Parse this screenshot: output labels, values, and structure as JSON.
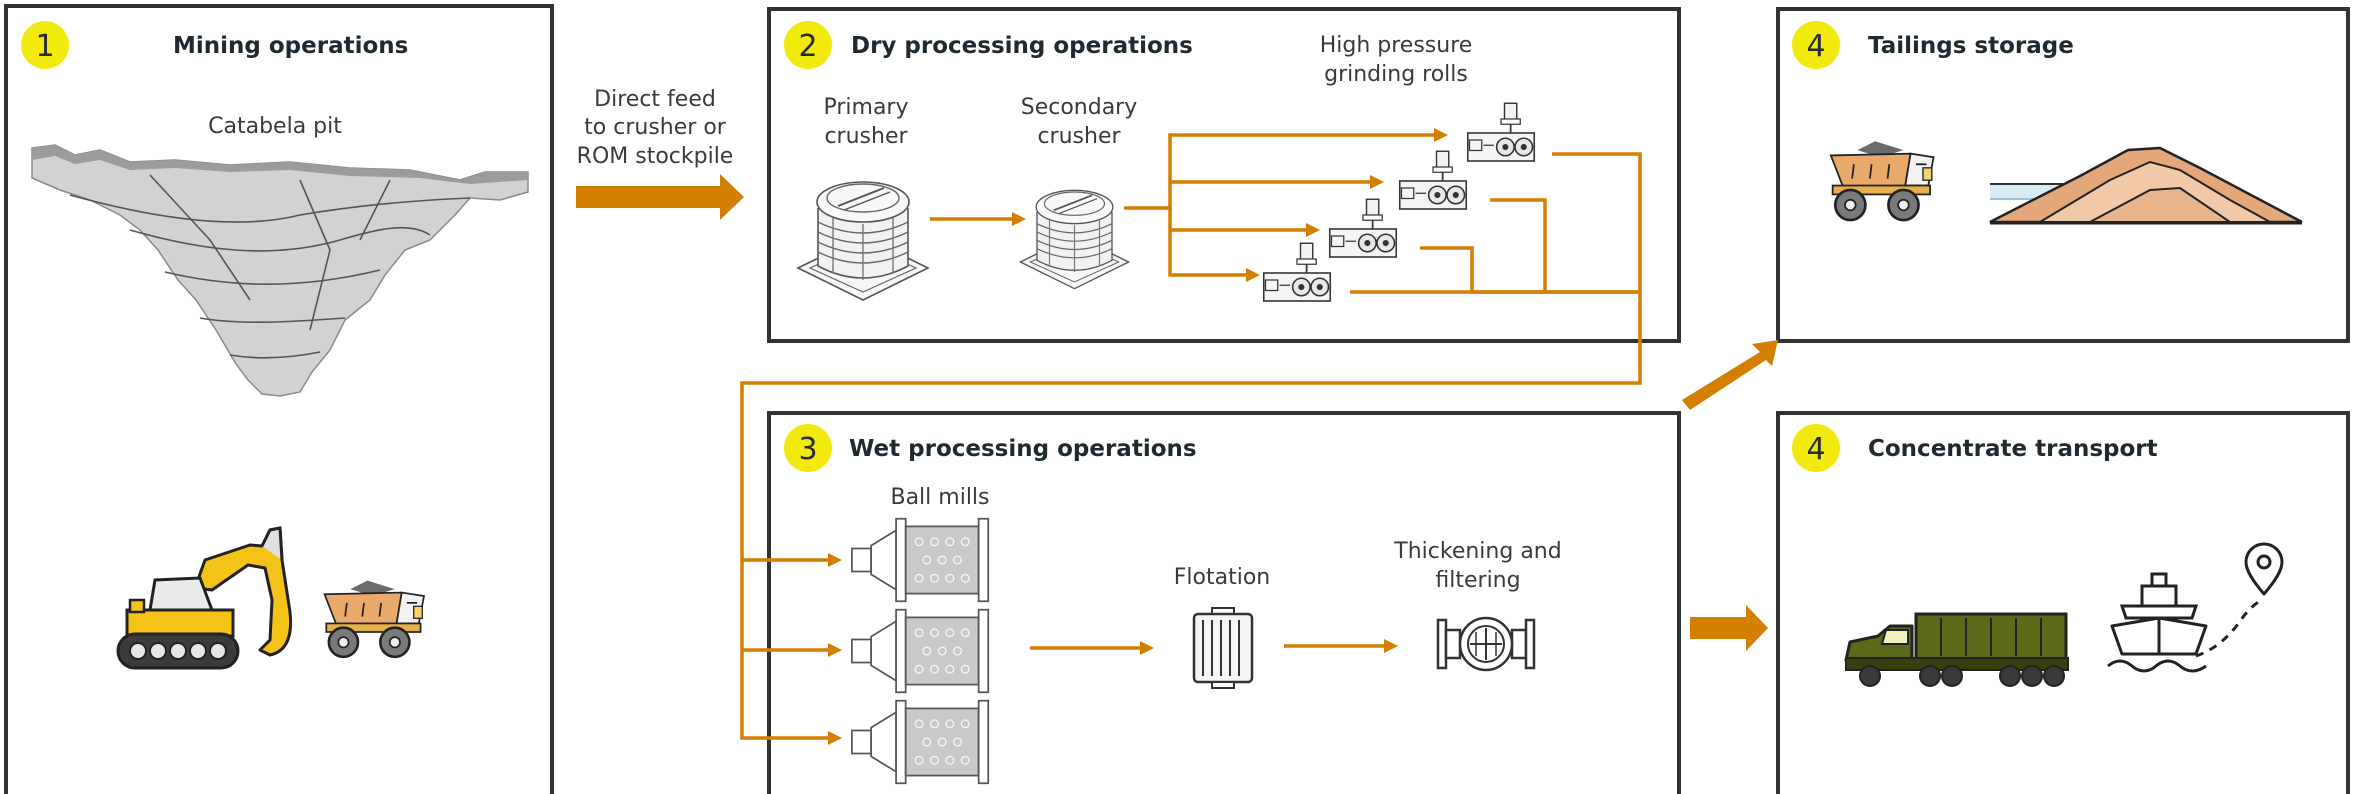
{
  "sections": {
    "mining": {
      "number": "1",
      "title": "Mining operations",
      "pit_label": "Catabela pit"
    },
    "dry": {
      "number": "2",
      "title": "Dry processing operations",
      "primary_crusher": [
        "Primary",
        "crusher"
      ],
      "secondary_crusher": [
        "Secondary",
        "crusher"
      ],
      "hpgr": [
        "High pressure",
        "grinding rolls"
      ]
    },
    "wet": {
      "number": "3",
      "title": "Wet processing operations",
      "ball_mills": "Ball mills",
      "flotation": "Flotation",
      "thickening": [
        "Thickening and",
        "filtering"
      ]
    },
    "tailings": {
      "number": "4",
      "title": "Tailings storage"
    },
    "concentrate": {
      "number": "4",
      "title": "Concentrate transport"
    }
  },
  "feed_label": [
    "Direct feed",
    "to crusher or",
    "ROM stockpile"
  ],
  "colors": {
    "flow": "#d47f00",
    "badge": "#f2ea0d",
    "box_border": "#2f3438"
  },
  "icons": [
    "open-pit-mine-icon",
    "excavator-icon",
    "dump-truck-icon",
    "crusher-icon",
    "hpgr-icon",
    "ball-mill-icon",
    "flotation-cell-icon",
    "filter-icon",
    "tailings-pile-icon",
    "semi-truck-icon",
    "ship-icon",
    "location-pin-icon"
  ]
}
